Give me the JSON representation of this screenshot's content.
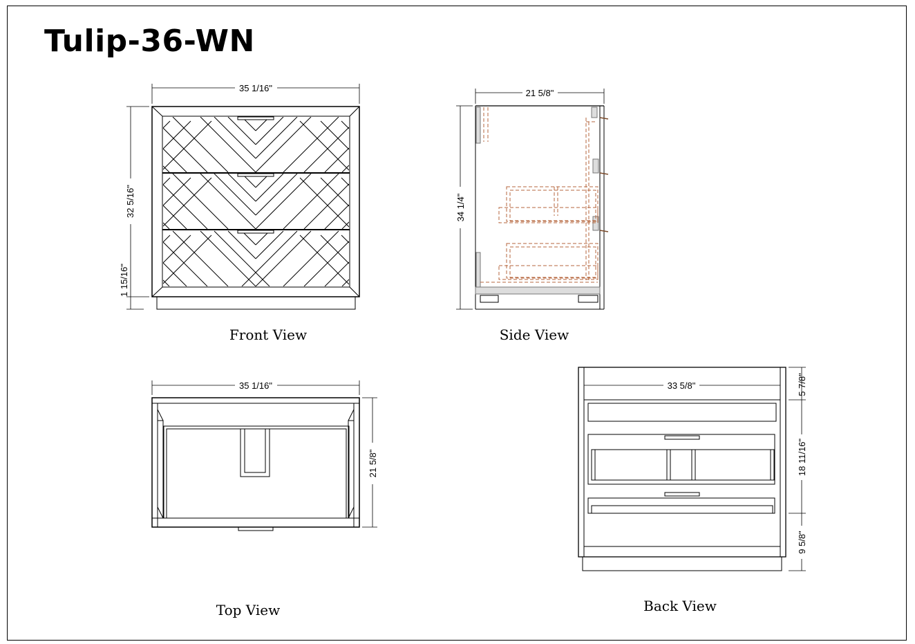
{
  "title": "Tulip-36-WN",
  "front_view": {
    "caption": "Front View",
    "width_label": "35 1/16\"",
    "height_label": "32 5/16\"",
    "base_label": "1 15/16\""
  },
  "side_view": {
    "caption": "Side View",
    "depth_label": "21 5/8\"",
    "height_label": "34 1/4\""
  },
  "top_view": {
    "caption": "Top View",
    "width_label": "35 1/16\"",
    "depth_label": "21 5/8\""
  },
  "back_view": {
    "caption": "Back View",
    "width_label": "33 5/8\"",
    "top_label": "5 7/8\"",
    "middle_label": "18 11/16\"",
    "bottom_label": "9 5/8\""
  },
  "colors": {
    "line": "#000000",
    "hidden_line": "#b5653c",
    "hatch": "#777777"
  }
}
